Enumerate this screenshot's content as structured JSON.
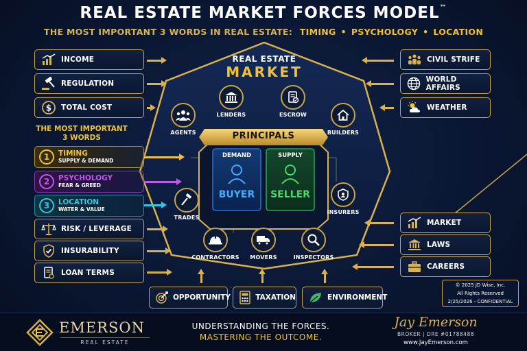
{
  "header": {
    "title": "REAL ESTATE MARKET FORCES MODEL",
    "trademark": "™",
    "subtitle_prefix": "THE MOST IMPORTANT 3 WORDS IN REAL ESTATE:",
    "subtitle_words": [
      "TIMING",
      "PSYCHOLOGY",
      "LOCATION"
    ]
  },
  "left_forces": [
    {
      "label": "INCOME",
      "icon": "income-chart-icon"
    },
    {
      "label": "REGULATION",
      "icon": "gavel-icon"
    },
    {
      "label": "TOTAL COST",
      "icon": "dollar-icon"
    }
  ],
  "most_important": {
    "heading_line1": "THE MOST IMPORTANT",
    "heading_line2": "3 WORDS",
    "words": [
      {
        "num": "1",
        "title": "TIMING",
        "sub": "SUPPLY & DEMAND",
        "color": "#f1c232"
      },
      {
        "num": "2",
        "title": "PSYCHOLOGY",
        "sub": "FEAR & GREED",
        "color": "#c158e6"
      },
      {
        "num": "3",
        "title": "LOCATION",
        "sub": "WATER & VALUE",
        "color": "#33c6e0"
      }
    ]
  },
  "left_lower_forces": [
    {
      "label": "RISK / LEVERAGE",
      "icon": "scales-icon"
    },
    {
      "label": "INSURABILITY",
      "icon": "shield-check-icon"
    },
    {
      "label": "LOAN TERMS",
      "icon": "document-icon"
    }
  ],
  "right_forces": [
    {
      "label": "CIVIL STRIFE",
      "icon": "people-group-icon"
    },
    {
      "label": "WORLD AFFAIRS",
      "icon": "globe-icon"
    },
    {
      "label": "WEATHER",
      "icon": "sun-cloud-icon"
    }
  ],
  "right_lower_forces": [
    {
      "label": "MARKET",
      "icon": "market-chart-icon"
    },
    {
      "label": "LAWS",
      "icon": "courthouse-icon"
    },
    {
      "label": "CAREERS",
      "icon": "briefcase-icon"
    }
  ],
  "market": {
    "line1": "REAL ESTATE",
    "line2": "MARKET",
    "nodes": [
      {
        "label": "AGENTS",
        "icon": "agents-icon"
      },
      {
        "label": "LENDERS",
        "icon": "bank-icon"
      },
      {
        "label": "ESCROW",
        "icon": "escrow-doc-icon"
      },
      {
        "label": "BUILDERS",
        "icon": "house-icon"
      },
      {
        "label": "TRADES",
        "icon": "hammer-icon"
      },
      {
        "label": "INSURERS",
        "icon": "insurer-shield-icon"
      },
      {
        "label": "CONTRACTORS",
        "icon": "hardhat-icon"
      },
      {
        "label": "MOVERS",
        "icon": "truck-icon"
      },
      {
        "label": "INSPECTORS",
        "icon": "magnifier-icon"
      }
    ],
    "principals": {
      "label": "PRINCIPALS",
      "demand_label": "DEMAND",
      "buyer_label": "BUYER",
      "supply_label": "SUPPLY",
      "seller_label": "SELLER"
    }
  },
  "bottom_forces": [
    {
      "label": "OPPORTUNITY",
      "icon": "target-icon"
    },
    {
      "label": "TAXATION",
      "icon": "calculator-icon"
    },
    {
      "label": "ENVIRONMENT",
      "icon": "leaf-icon"
    }
  ],
  "copyright": {
    "line1": "© 2025 JD Wise, Inc.",
    "line2": "All Rights Reserved",
    "line3": "2/25/2026 - CONFIDENTIAL"
  },
  "footer": {
    "brand_name": "EMERSON",
    "brand_sub": "REAL ESTATE",
    "tagline1": "UNDERSTANDING THE FORCES.",
    "tagline2": "MASTERING THE OUTCOME.",
    "signature": "Jay Emerson",
    "license": "BROKER | DRE #01788488",
    "website": "www.JayEmerson.com"
  },
  "colors": {
    "gold": "#d9b24e",
    "bright_gold": "#f1c232",
    "navy": "#0a1733",
    "buyer_blue": "#4aa8ff",
    "seller_green": "#4fd36b"
  }
}
